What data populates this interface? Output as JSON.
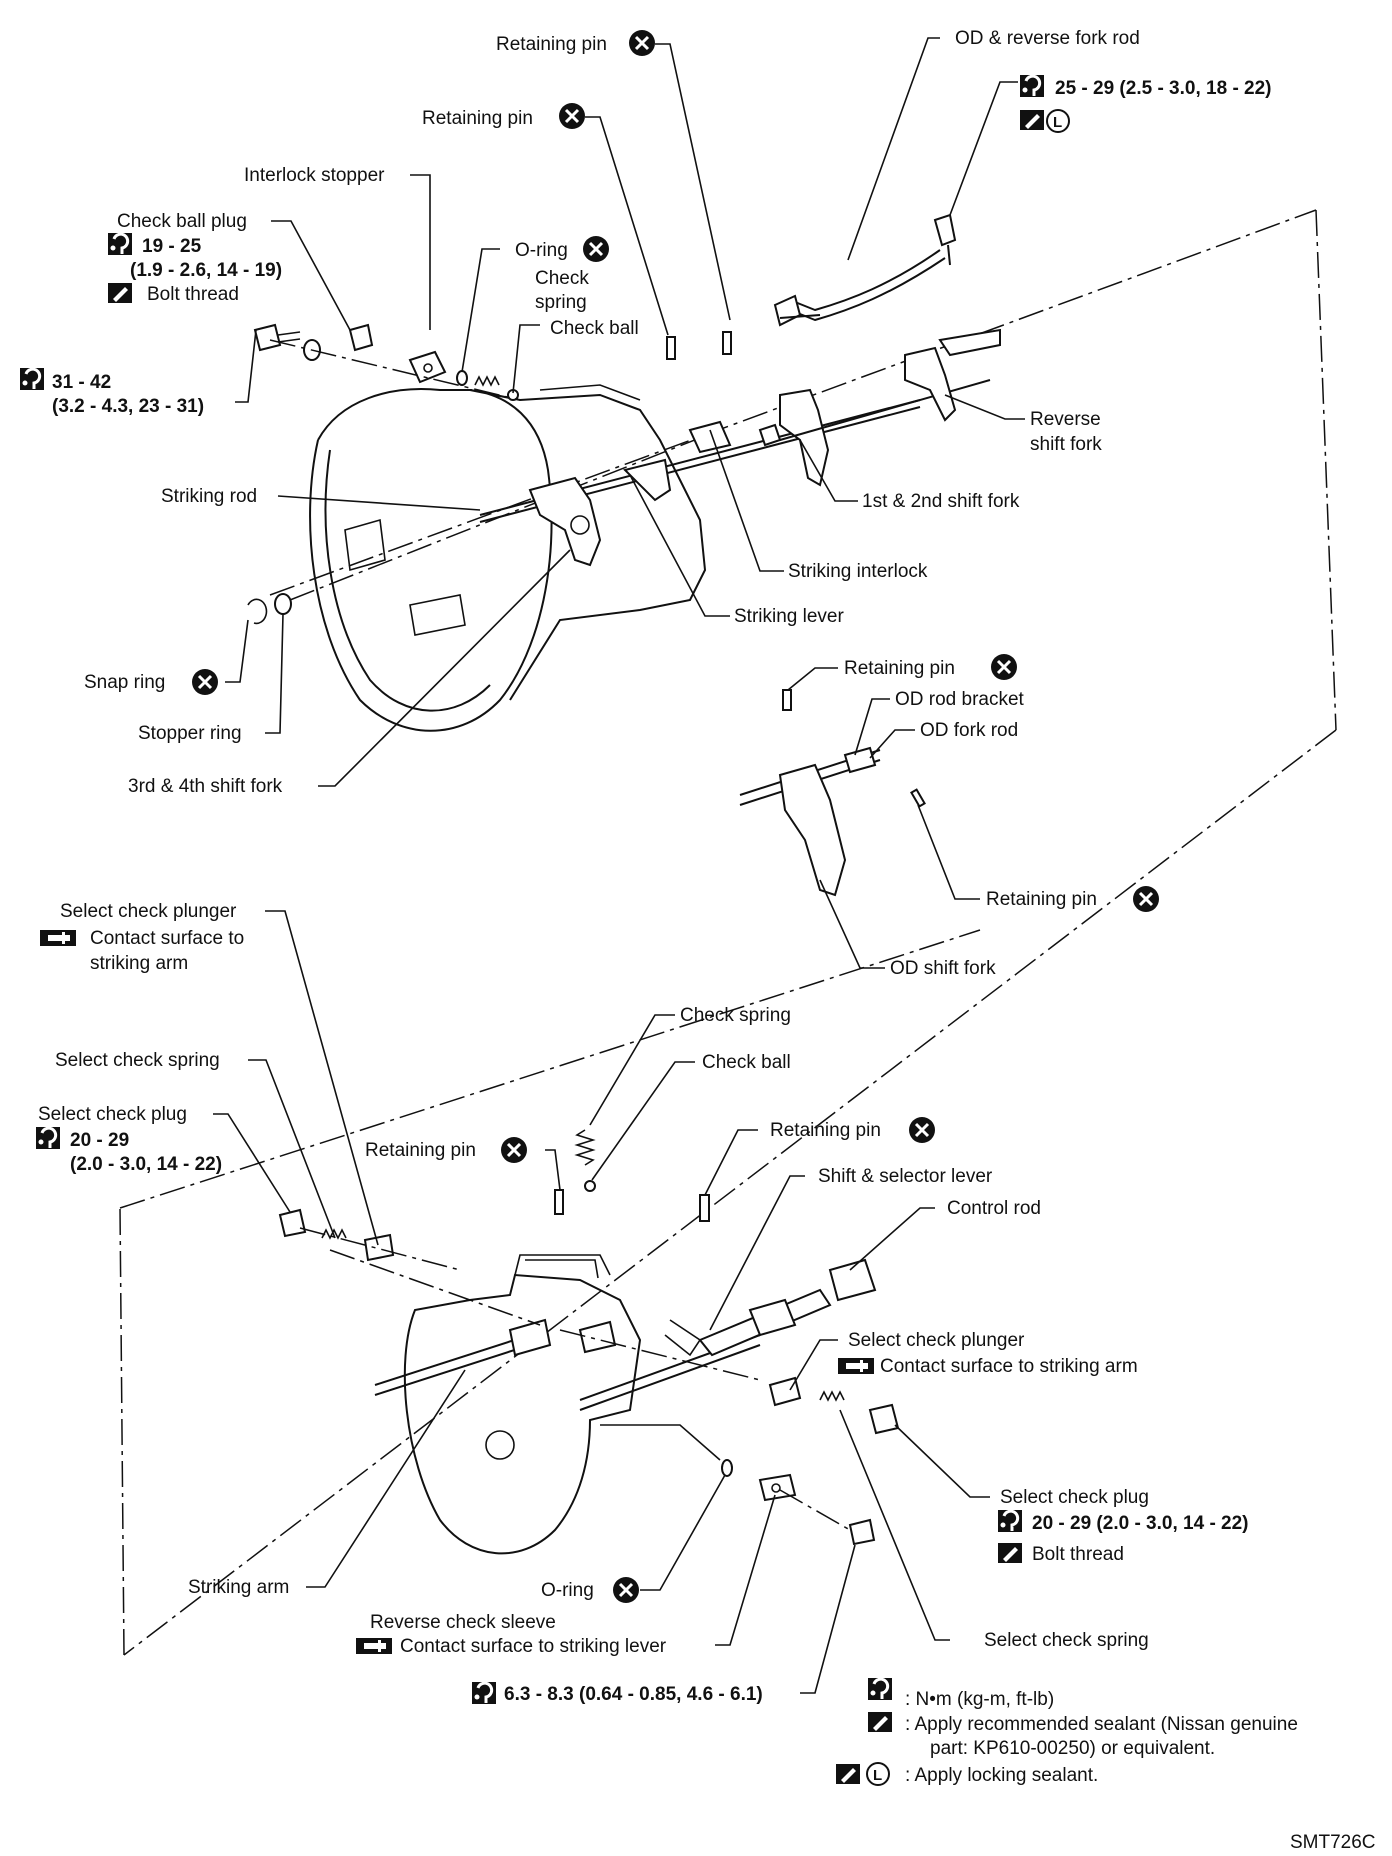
{
  "figure_id": "SMT726C",
  "labels": {
    "retaining_pin_top1": "Retaining pin",
    "retaining_pin_top2": "Retaining pin",
    "od_reverse_fork_rod": "OD & reverse fork rod",
    "torque_top": "25 - 29 (2.5 - 3.0, 18 - 22)",
    "interlock_stopper": "Interlock stopper",
    "check_ball_plug": "Check ball plug",
    "check_ball_plug_torque1": "19 - 25",
    "check_ball_plug_torque2": "(1.9 - 2.6, 14 - 19)",
    "bolt_thread_top": "Bolt thread",
    "oring_top": "O-ring",
    "check_spring_top_1": "Check",
    "check_spring_top_2": "spring",
    "check_ball_top": "Check ball",
    "torque_left1": "31 - 42",
    "torque_left2": "(3.2 - 4.3, 23 - 31)",
    "reverse_shift_fork_1": "Reverse",
    "reverse_shift_fork_2": "shift fork",
    "striking_rod": "Striking rod",
    "first_second_fork": "1st & 2nd shift fork",
    "striking_interlock": "Striking interlock",
    "striking_lever": "Striking lever",
    "snap_ring": "Snap ring",
    "stopper_ring": "Stopper ring",
    "third_fourth_fork": "3rd & 4th shift fork",
    "retaining_pin_mid1": "Retaining pin",
    "od_rod_bracket": "OD rod bracket",
    "od_fork_rod": "OD fork rod",
    "retaining_pin_mid2": "Retaining pin",
    "od_shift_fork": "OD shift fork",
    "select_check_plunger_top": "Select check plunger",
    "contact_surface_arm_1": "Contact surface to",
    "contact_surface_arm_2": "striking arm",
    "select_check_spring_left": "Select check spring",
    "select_check_plug_left": "Select check plug",
    "select_plug_torque1": "20 - 29",
    "select_plug_torque2": "(2.0 - 3.0, 14 - 22)",
    "retaining_pin_low1": "Retaining pin",
    "check_spring_low": "Check spring",
    "check_ball_low": "Check ball",
    "retaining_pin_low2": "Retaining pin",
    "shift_selector_lever": "Shift & selector lever",
    "control_rod": "Control rod",
    "select_check_plunger_right": "Select check plunger",
    "contact_surface_arm_right": "Contact surface to striking arm",
    "select_check_plug_right": "Select check plug",
    "select_plug_right_torque": "20 - 29 (2.0 - 3.0, 14 - 22)",
    "bolt_thread_right": "Bolt thread",
    "striking_arm": "Striking arm",
    "oring_low": "O-ring",
    "reverse_check_sleeve": "Reverse check sleeve",
    "contact_surface_lever": "Contact surface to striking lever",
    "select_check_spring_right": "Select check spring",
    "torque_bottom": "6.3 - 8.3 (0.64 - 0.85, 4.6 - 6.1)"
  },
  "legend": {
    "torque": ": N•m (kg-m, ft-lb)",
    "sealant_1": ": Apply recommended sealant (Nissan genuine",
    "sealant_2": "part: KP610-00250) or equivalent.",
    "locking": ": Apply locking sealant."
  },
  "icons": {
    "torque_symbol": "torque-wrench-icon",
    "sealant_symbol": "sealant-tube-icon",
    "locking_symbol": "locking-sealant-L-icon",
    "replace_symbol": "replace-x-circle-icon",
    "grease_symbol": "grease-apply-icon"
  }
}
